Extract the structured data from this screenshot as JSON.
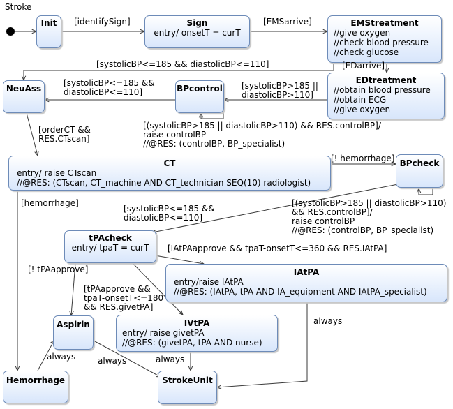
{
  "diagram_title": "Stroke",
  "states": {
    "init": {
      "title": "Init"
    },
    "sign": {
      "title": "Sign",
      "body": "entry/ onsetT = curT"
    },
    "emstreatment": {
      "title": "EMStreatment",
      "body": "//give oxygen\n//check blood pressure\n//check glucose"
    },
    "neuass": {
      "title": "NeuAss"
    },
    "bpcontrol": {
      "title": "BPcontrol"
    },
    "edtreatment": {
      "title": "EDtreatment",
      "body": "//obtain blood pressure\n//obtain ECG\n//give oxygen"
    },
    "ct": {
      "title": "CT",
      "body": "entry/ raise CTscan\n//@RES: (CTscan, CT_machine AND CT_technician SEQ(10) radiologist)"
    },
    "bpcheck": {
      "title": "BPcheck"
    },
    "tpacheck": {
      "title": "tPAcheck",
      "body": "entry/ tpaT = curT"
    },
    "iatpa": {
      "title": "IAtPA",
      "body": "entry/raise IAtPA\n//@RES: (IAtPA, tPA AND IA_equipment AND IAtPA_specialist)"
    },
    "aspirin": {
      "title": "Aspirin"
    },
    "ivtpa": {
      "title": "IVtPA",
      "body": "entry/ raise givetPA\n//@RES: (givetPA, tPA AND nurse)"
    },
    "hemorrhage": {
      "title": "Hemorrhage"
    },
    "strokeunit": {
      "title": "StrokeUnit"
    }
  },
  "labels": {
    "identify_sign": "[identifySign]",
    "ems_arrive": "[EMSarrive]",
    "ed_arrive": "[EDarrive]",
    "systolic_top": "[systolicBP<=185 && diastolicBP<=110]",
    "bpcontrol_to_neuass": "[systolicBP<=185 &&\ndiastolicBP<=110]",
    "ed_to_bpcontrol": "[systolicBP>185 ||\ndiastolicBP>110]",
    "bpcontrol_self": "[(systolicBP>185 || diastolicBP>110) && RES.controlBP]/\nraise controlBP\n//@RES: (controlBP, BP_specialist)",
    "order_ct": "[orderCT &&\nRES.CTscan]",
    "not_hemorrhage": "[! hemorrhage]",
    "hemorrhage": "[hemorrhage]",
    "bpcheck_to_tpacheck": "[systolicBP<=185 &&\ndiastolicBP<=110]",
    "bpcheck_self": "[(systolicBP>185 || diastolicBP>110)\n&& RES.controlBP]/\nraise controlBP\n//@RES: (controlBP, BP_specialist)",
    "iatpa_approve": "[IAtPAapprove && tpaT-onsetT<=360 && RES.IAtPA]",
    "not_tpa_approve": "[! tPAapprove]",
    "tpa_approve": "[tPAapprove &&\ntpaT-onsetT<=180\n&& RES.givetPA]",
    "always_iatpa": "always",
    "always_hemorrhage": "always",
    "always_aspirin": "always",
    "always_ivtpa": "always"
  }
}
